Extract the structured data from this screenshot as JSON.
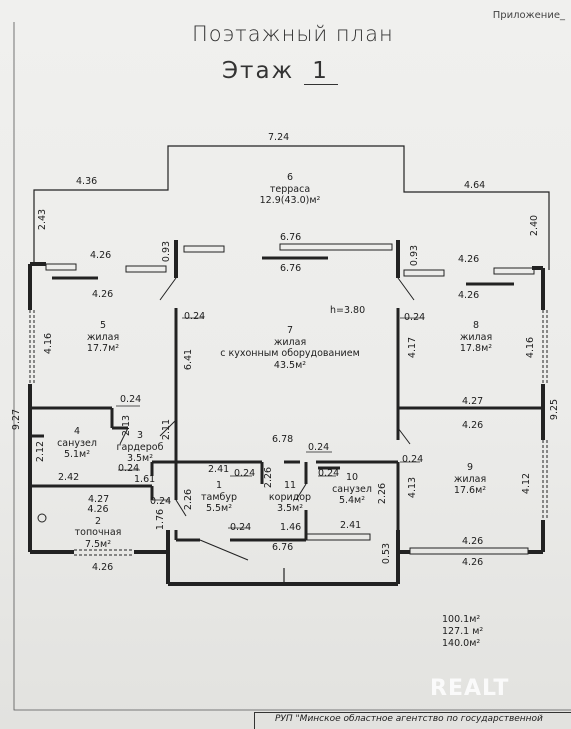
{
  "header": {
    "attachment_label": "Приложение",
    "title": "Поэтажный план",
    "floor_label": "Этаж",
    "floor_number": "1"
  },
  "rooms": [
    {
      "number": "1",
      "name": "тамбур",
      "area": "5.5м²"
    },
    {
      "number": "2",
      "name": "топочная",
      "area": "7.5м²"
    },
    {
      "number": "3",
      "name": "гардероб",
      "area": "3.5м²"
    },
    {
      "number": "4",
      "name": "санузел",
      "area": "5.1м²"
    },
    {
      "number": "5",
      "name": "жилая",
      "area": "17.7м²"
    },
    {
      "number": "6",
      "name": "терраса",
      "area": "12.9(43.0)м²"
    },
    {
      "number": "7",
      "name": "жилая",
      "name2": "с кухонным оборудованием",
      "area": "43.5м²"
    },
    {
      "number": "8",
      "name": "жилая",
      "area": "17.8м²"
    },
    {
      "number": "9",
      "name": "жилая",
      "area": "17.6м²"
    },
    {
      "number": "10",
      "name": "санузел",
      "area": "5.4м²"
    },
    {
      "number": "11",
      "name": "коридор",
      "area": "3.5м²"
    }
  ],
  "ceiling_height": "h=3.80",
  "dimensions": {
    "d724": "7.24",
    "d436": "4.36",
    "d464": "4.64",
    "d243": "2.43",
    "d240": "2.40",
    "d426a": "4.26",
    "d426b": "4.26",
    "d093a": "0.93",
    "d676a": "6.76",
    "d676b": "6.76",
    "d093b": "0.93",
    "d426c": "4.26",
    "d426d": "4.26",
    "d416a": "4.16",
    "d024a": "0.24",
    "d641": "6.41",
    "d024b": "0.24",
    "d417": "4.17",
    "d416b": "4.16",
    "d380": "h=3.80",
    "d927": "9.27",
    "d024c": "0.24",
    "d213": "2.13",
    "d211": "2.11",
    "d427": "4.27",
    "d426e": "4.26",
    "d925": "9.25",
    "d212": "2.12",
    "d678": "6.78",
    "d024d": "0.24",
    "d024e": "0.24",
    "d024f": "0.24",
    "d242": "2.42",
    "d161": "1.61",
    "d241a": "2.41",
    "d024g": "0.24",
    "d226a": "2.26",
    "d024h": "0.24",
    "d226b": "2.26",
    "d413": "4.13",
    "d412": "4.12",
    "d427b": "4.27",
    "d024i": "0.24",
    "d226c": "2.26",
    "d426f": "4.26",
    "d176": "1.76",
    "d024j": "0.24",
    "d146": "1.46",
    "d241b": "2.41",
    "d676c": "6.76",
    "d053": "0.53",
    "d426g": "4.26",
    "d426h": "4.26",
    "d426i": "4.26"
  },
  "totals": [
    "100.1м²",
    "127.1 м²",
    "140.0м²"
  ],
  "watermark": "REALT",
  "stamp_text": "РУП \"Минское областное агентство по государственной"
}
